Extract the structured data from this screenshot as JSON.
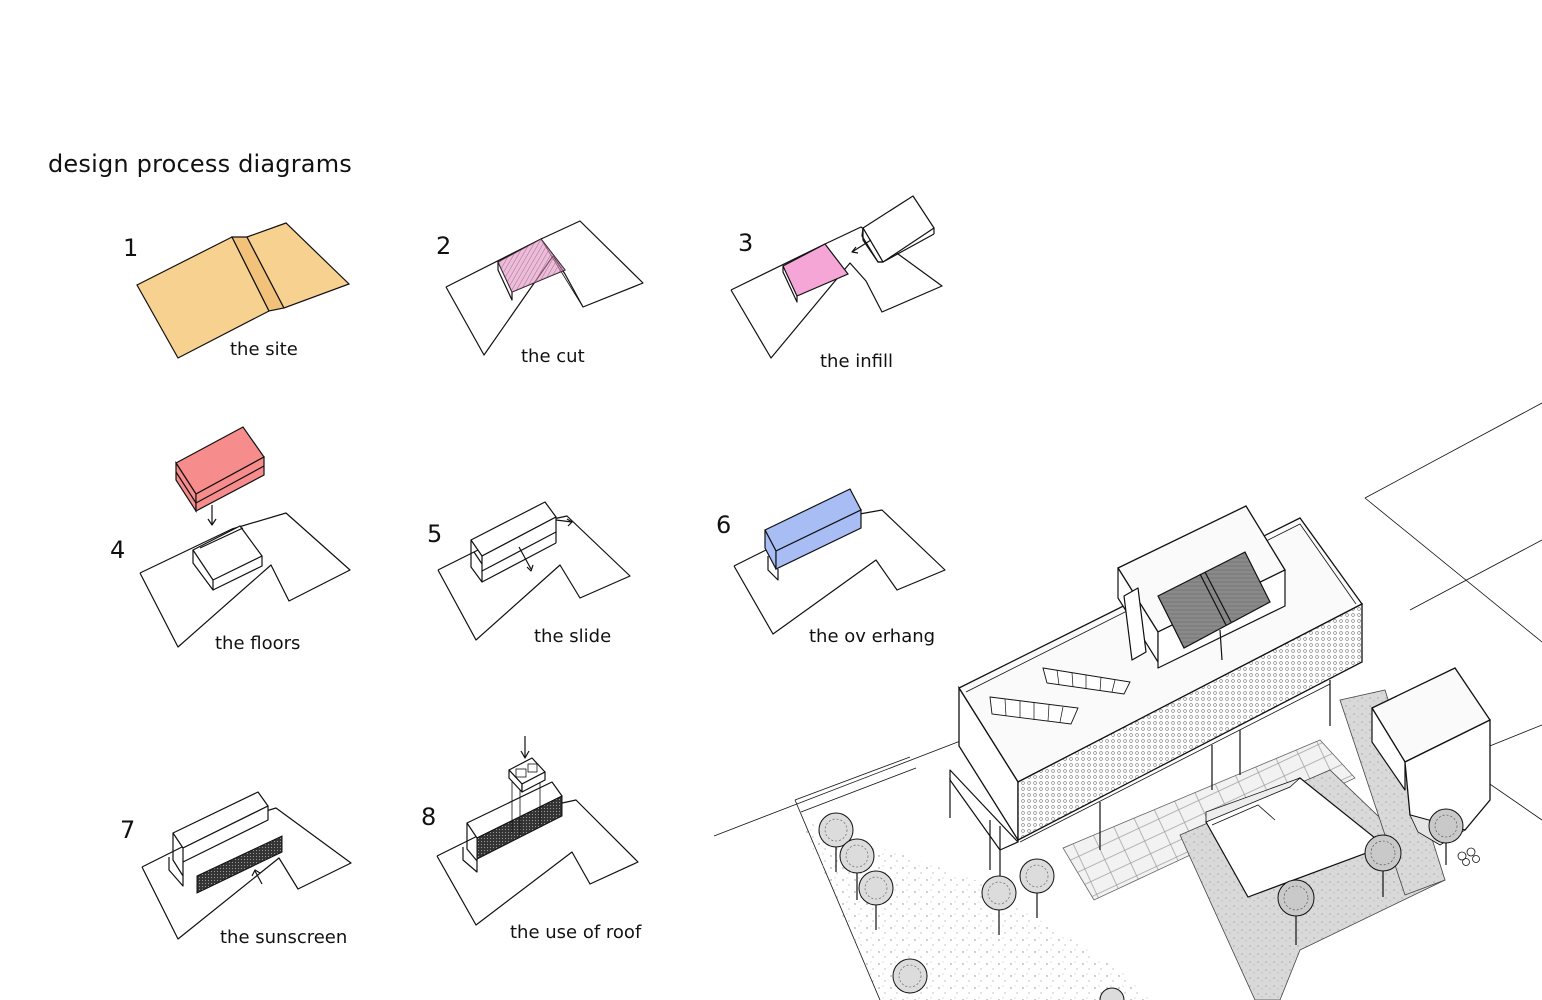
{
  "title": "design process diagrams",
  "steps": [
    {
      "number": "1",
      "caption": "the site"
    },
    {
      "number": "2",
      "caption": "the cut"
    },
    {
      "number": "3",
      "caption": "the infill"
    },
    {
      "number": "4",
      "caption": "the floors"
    },
    {
      "number": "5",
      "caption": "the slide"
    },
    {
      "number": "6",
      "caption": "the ov erhang"
    },
    {
      "number": "7",
      "caption": "the sunscreen"
    },
    {
      "number": "8",
      "caption": "the use of roof"
    }
  ],
  "colors": {
    "site": "#f7d190",
    "cut": "#d889b8",
    "infill": "#f5a6d6",
    "floors": "#f78c8c",
    "overhang": "#a9bdf5",
    "line": "#111111",
    "hatch": "#555555"
  }
}
